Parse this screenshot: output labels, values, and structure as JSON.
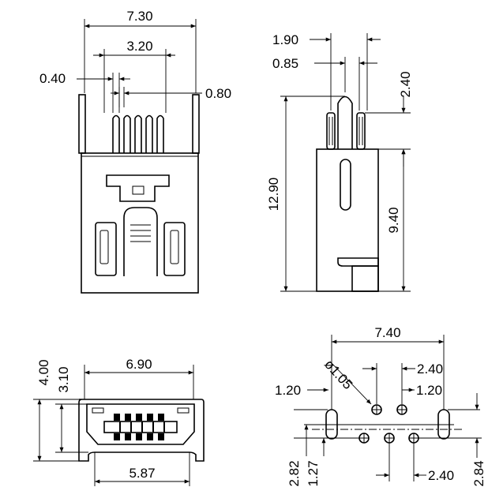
{
  "drawing": {
    "top_view": {
      "overall_width": "7.30",
      "pin_span": "3.20",
      "pin_width": "0.40",
      "pin_pitch": "0.80"
    },
    "side_view": {
      "overall_height": "12.90",
      "pin_offset": "1.90",
      "pin_thickness": "0.85",
      "pin_tip": "2.40",
      "body_height": "9.40"
    },
    "front_view": {
      "height": "4.00",
      "opening_height": "3.10",
      "opening_width": "6.90",
      "width_bottom": "5.87"
    },
    "footprint": {
      "span": "7.40",
      "hole_dia": "ø1.05",
      "pitch_top": "2.40",
      "offset_left": "1.20",
      "offset_right": "1.20",
      "row_left_a": "2.82",
      "row_left_b": "1.27",
      "pitch_bottom": "2.40",
      "row_right": "2.84"
    }
  }
}
